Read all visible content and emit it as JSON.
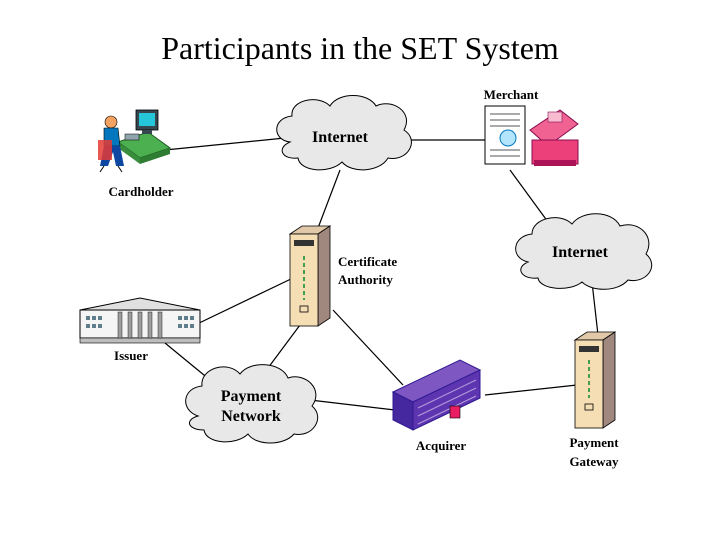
{
  "title": "Participants in the SET System",
  "nodes": {
    "cardholder": "Cardholder",
    "merchant": "Merchant",
    "ca_line1": "Certificate",
    "ca_line2": "Authority",
    "issuer": "Issuer",
    "acquirer": "Acquirer",
    "gateway_line1": "Payment",
    "gateway_line2": "Gateway"
  },
  "clouds": {
    "internet_top": "Internet",
    "internet_right": "Internet",
    "payment_network_line1": "Payment",
    "payment_network_line2": "Network"
  }
}
